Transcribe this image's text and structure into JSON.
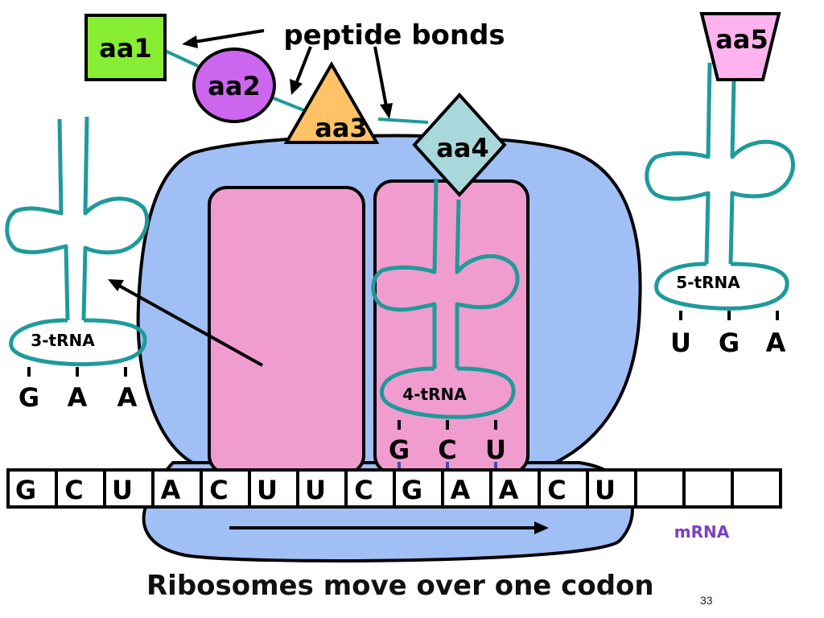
{
  "title_label": "peptide bonds",
  "amino_acids": {
    "aa1": "aa1",
    "aa2": "aa2",
    "aa3": "aa3",
    "aa4": "aa4",
    "aa5": "aa5"
  },
  "trnas": {
    "t3": {
      "label": "3-tRNA",
      "anticodon": [
        "G",
        "A",
        "A"
      ]
    },
    "t4": {
      "label": "4-tRNA",
      "anticodon": [
        "G",
        "C",
        "U"
      ]
    },
    "t5": {
      "label": "5-tRNA",
      "anticodon": [
        "U",
        "G",
        "A"
      ]
    }
  },
  "mrna": {
    "label": "mRNA",
    "bases": [
      "G",
      "C",
      "U",
      "A",
      "C",
      "U",
      "U",
      "C",
      "G",
      "A",
      "A",
      "C",
      "U",
      "",
      "",
      ""
    ]
  },
  "caption": "Ribosomes move over one codon",
  "slide_number": "33",
  "colors": {
    "ribosome": "#a0bff5",
    "site": "#f09ccf",
    "trna_stroke": "#1f9a9a",
    "aa1": "#88ee33",
    "aa2": "#cc66ee",
    "aa3": "#ffc266",
    "aa4": "#a8d8dc",
    "aa5": "#ffb3ee",
    "mrna_label": "#7b3fc4"
  }
}
